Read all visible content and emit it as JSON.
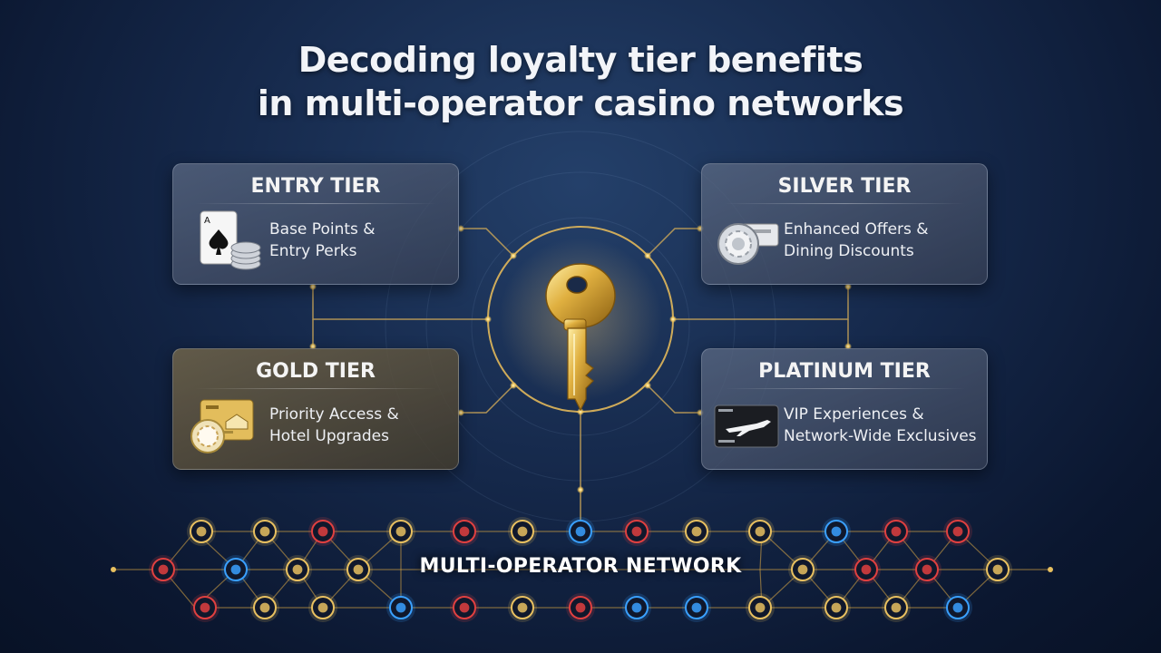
{
  "title": {
    "line1": "Decoding loyalty tier benefits",
    "line2": "in multi-operator casino networks"
  },
  "tiers": [
    {
      "name": "ENTRY TIER",
      "line1": "Base Points &",
      "line2": "Entry Perks",
      "icon": "playing-card-and-chips-icon"
    },
    {
      "name": "SILVER TIER",
      "line1": "Enhanced Offers &",
      "line2": "Dining Discounts",
      "icon": "silver-chip-and-ticket-icon"
    },
    {
      "name": "GOLD TIER",
      "line1": "Priority Access &",
      "line2": "Hotel Upgrades",
      "icon": "gold-card-and-chip-icon"
    },
    {
      "name": "PLATINUM TIER",
      "line1": "VIP Experiences &",
      "line2": "Network-Wide Exclusives",
      "icon": "black-card-jet-icon"
    }
  ],
  "center_icon": "golden-key-icon",
  "network": {
    "label": "MULTI-OPERATOR NETWORK",
    "node_icon": "operator-logo-node"
  },
  "colors": {
    "background": "#15284a",
    "gold_accent": "#e8c060",
    "blue_node": "#3aa0ff",
    "red_node": "#e04040"
  }
}
